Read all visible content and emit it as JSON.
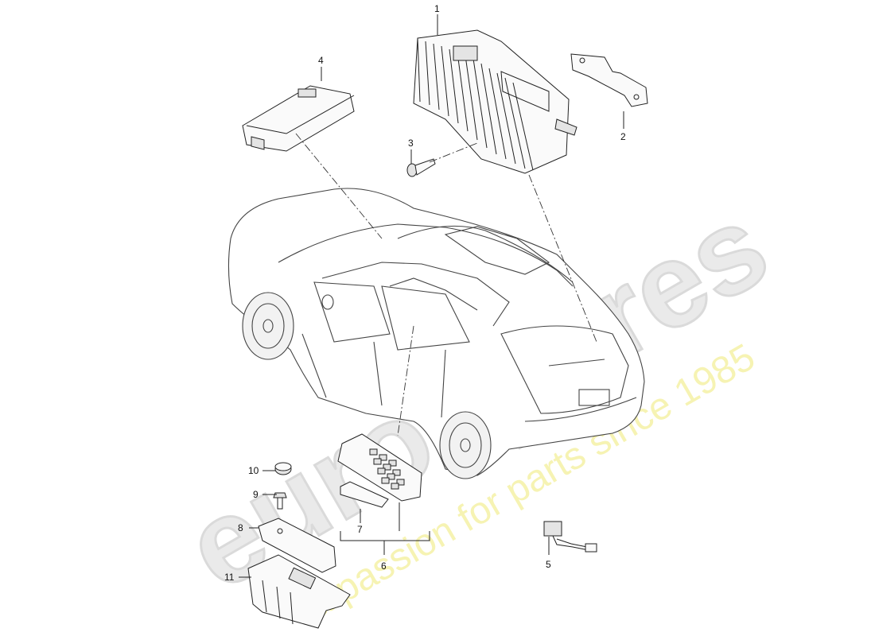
{
  "watermark": {
    "brand": "eurospares",
    "tagline": "a passion for parts since 1985"
  },
  "callouts": [
    "1",
    "2",
    "3",
    "4",
    "5",
    "6",
    "7",
    "8",
    "9",
    "10",
    "11"
  ]
}
